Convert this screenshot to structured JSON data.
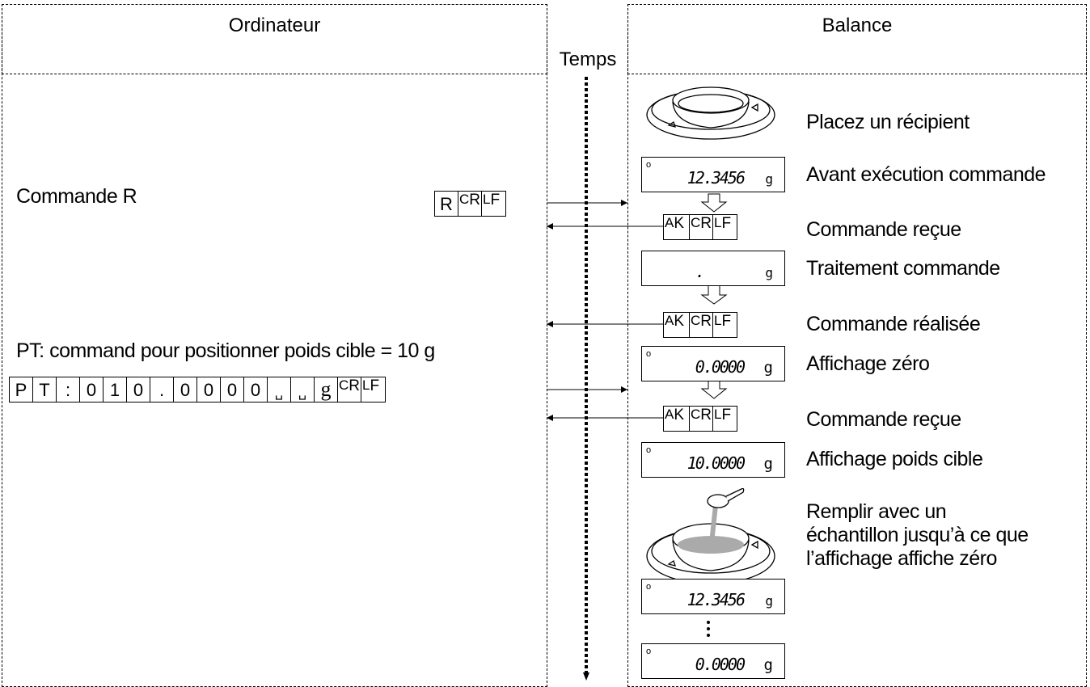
{
  "headers": {
    "computer": "Ordinateur",
    "balance": "Balance",
    "time": "Temps"
  },
  "left": {
    "cmd_r": "Commande R",
    "cmd_pt": "PT: command pour positionner poids cible = 10 g",
    "r_frame": [
      "R",
      "CR",
      "LF"
    ],
    "pt_frame": [
      "P",
      "T",
      ":",
      "0",
      "1",
      "0",
      ".",
      "0",
      "0",
      "0",
      "0",
      "␣",
      "␣",
      "g",
      "CR",
      "LF"
    ]
  },
  "right": {
    "step_place": "Placez un récipient",
    "step_before": "Avant exécution commande",
    "step_received1": "Commande reçue",
    "step_processing": "Traitement commande",
    "step_done": "Commande réalisée",
    "step_zero": "Affichage zéro",
    "step_received2": "Commande reçue",
    "step_target": "Affichage poids cible",
    "step_fill": [
      "Remplir avec un",
      "échantillon jusqu’à ce que",
      "l’affichage affiche zéro"
    ]
  },
  "ack_frame": [
    "AK",
    "CR",
    "LF"
  ],
  "displays": {
    "d1": {
      "value": "12.3456",
      "unit": "g"
    },
    "d2": {
      "value": ".",
      "unit": "g"
    },
    "d3": {
      "value": "0.0000",
      "unit": "g"
    },
    "d4": {
      "value": "10.0000",
      "unit": "g"
    },
    "d5": {
      "value": "12.3456",
      "unit": "g"
    },
    "d6": {
      "value": "0.0000",
      "unit": "g"
    }
  },
  "icons": [
    "weighing-pan-icon",
    "sample-spoon-icon",
    "down-arrow-icon"
  ]
}
